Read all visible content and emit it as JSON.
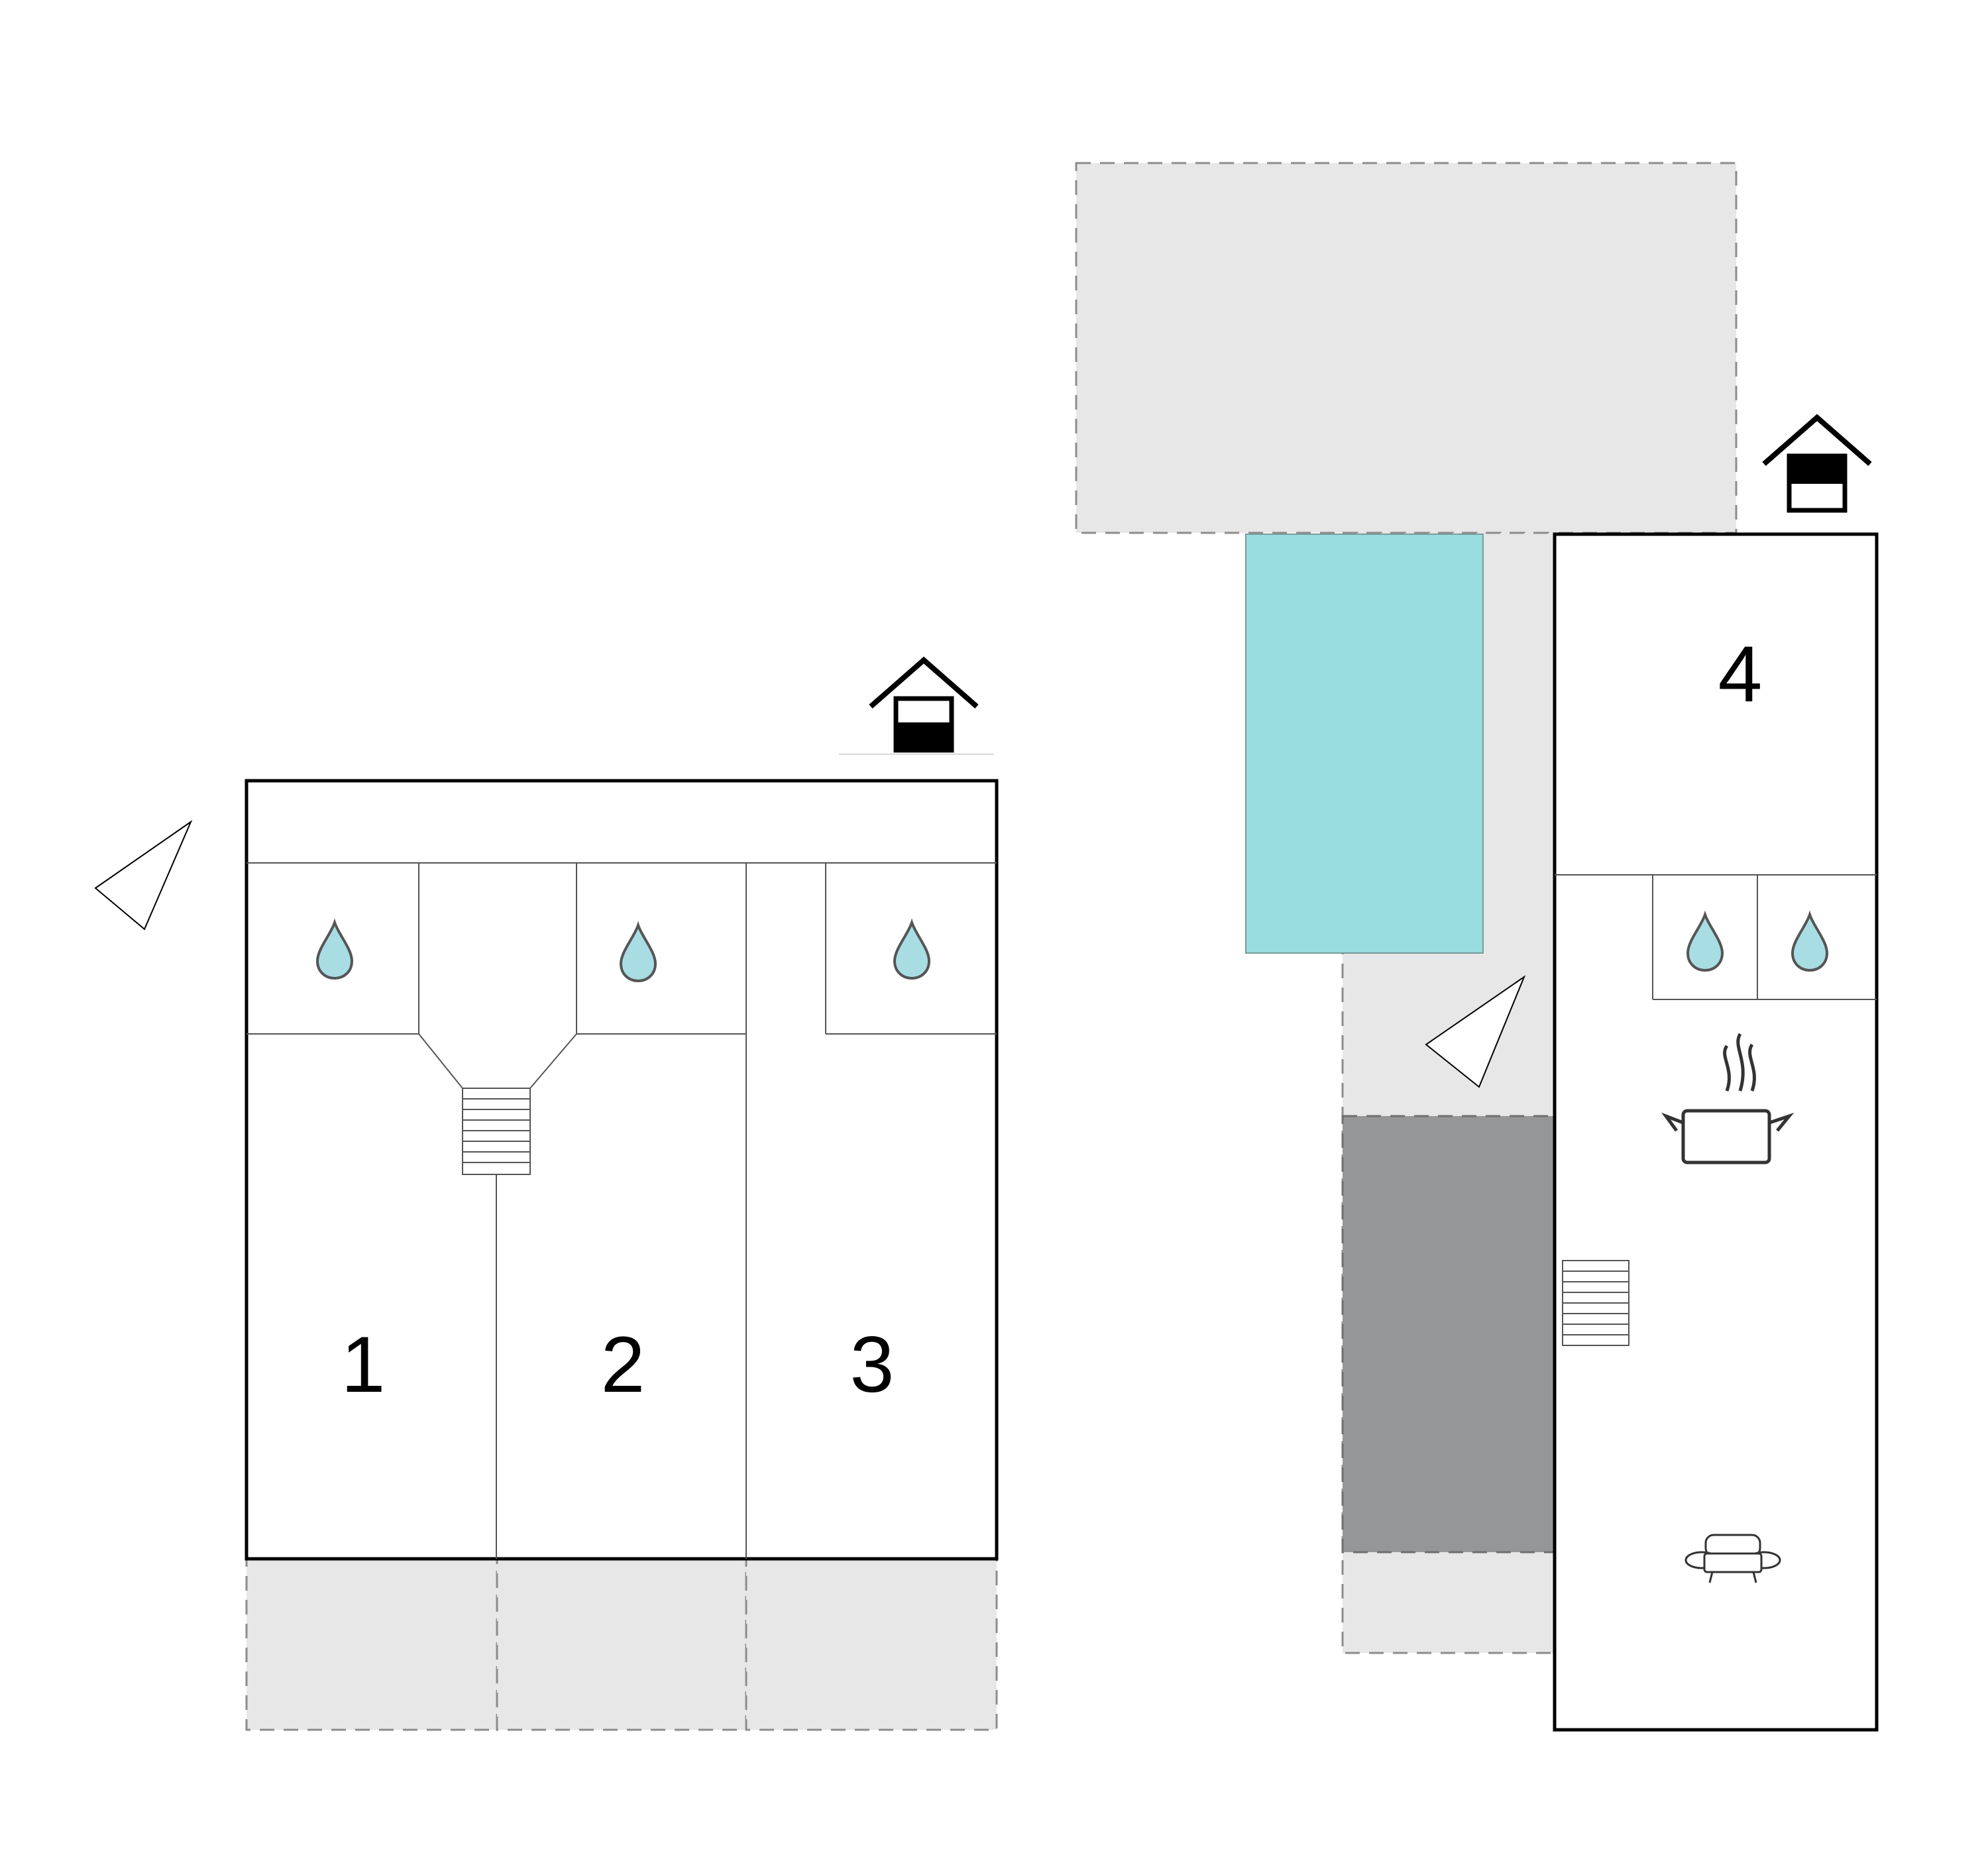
{
  "floor_plan": {
    "room_labels": [
      "1",
      "2",
      "3",
      "4"
    ],
    "icons": {
      "floor_marker": "house-floor-icon",
      "direction": "direction-arrow-icon",
      "bathroom": "water-drop-icon",
      "kitchen": "cooking-pot-icon",
      "living": "sofa-icon",
      "stairs": "stairs-icon"
    },
    "colors": {
      "outline": "#000000",
      "thin_line": "#555555",
      "terrace": "#e7e7e7",
      "terrace_border": "#8c8c8c",
      "pool": "#99dde0",
      "pool_border": "#7a9a9a",
      "carport": "#959697",
      "drop_fill": "#a8dde4",
      "drop_stroke": "#555555"
    }
  }
}
